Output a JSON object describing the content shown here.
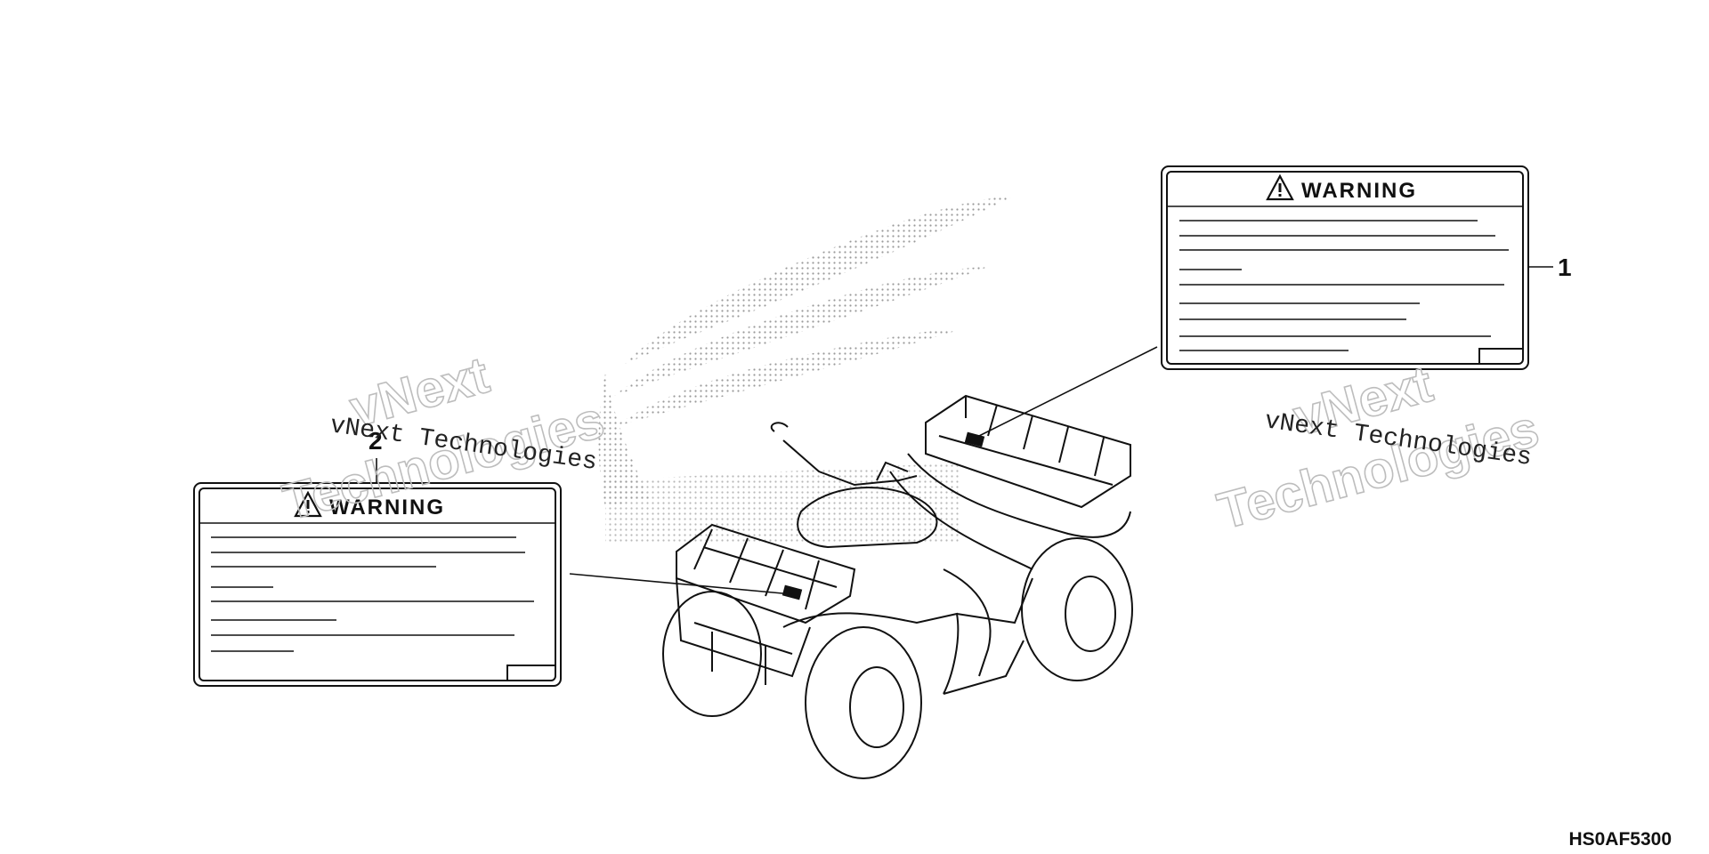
{
  "labels": {
    "label_1": {
      "callout": "1",
      "title": "WARNING",
      "icon": "warning-triangle-icon"
    },
    "label_2": {
      "callout": "2",
      "title": "WARNING",
      "icon": "warning-triangle-icon"
    }
  },
  "watermark": {
    "line1": "vNext",
    "line2": "Technologies",
    "caption": "vNext Technologies"
  },
  "diagram_code": "HS0AF5300",
  "colors": {
    "ink": "#111111",
    "watermark_outline": "#bdbdbd",
    "logo_dots": "#b0b0b0"
  }
}
